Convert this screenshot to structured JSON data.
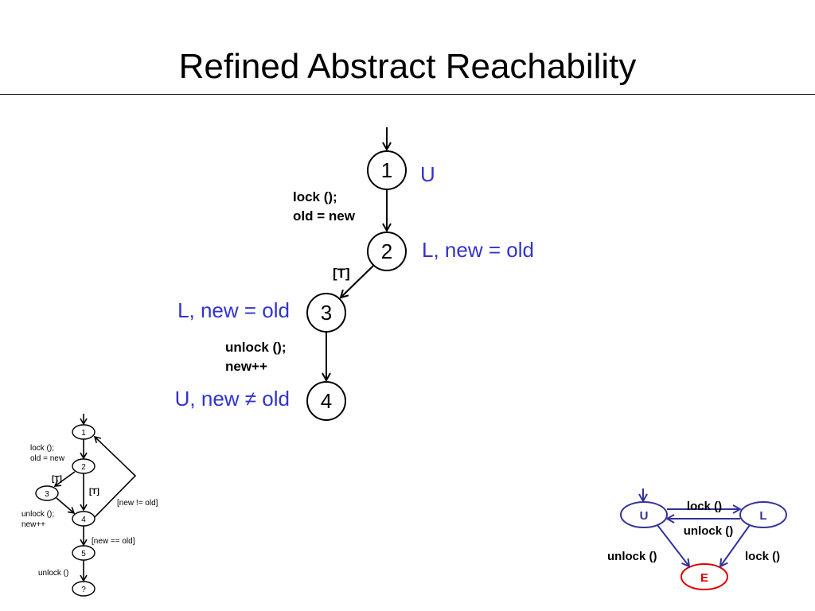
{
  "title": "Refined Abstract Reachability",
  "main_graph": {
    "nodes": [
      {
        "id": "1",
        "label": "1",
        "state": "U"
      },
      {
        "id": "2",
        "label": "2",
        "state": "L, new = old"
      },
      {
        "id": "3",
        "label": "3",
        "state": "L, new = old"
      },
      {
        "id": "4",
        "label": "4",
        "state": "U, new ≠ old"
      }
    ],
    "edges": [
      {
        "from": "1",
        "to": "2",
        "label_lines": [
          "lock ();",
          "old = new"
        ]
      },
      {
        "from": "2",
        "to": "3",
        "label_lines": [
          "[T]"
        ]
      },
      {
        "from": "3",
        "to": "4",
        "label_lines": [
          "unlock ();",
          "new++"
        ]
      }
    ]
  },
  "cfg": {
    "nodes": [
      "1",
      "2",
      "3",
      "4",
      "5",
      "?"
    ],
    "edges": [
      {
        "from": "1",
        "to": "2",
        "label_lines": [
          "lock ();",
          "old = new"
        ]
      },
      {
        "from": "2",
        "to": "3",
        "label_lines": [
          "[T]"
        ]
      },
      {
        "from": "2",
        "to": "4",
        "label_lines": [
          "[T]"
        ]
      },
      {
        "from": "3",
        "to": "4",
        "label_lines": [
          "unlock ();",
          "new++"
        ]
      },
      {
        "from": "4",
        "to": "1",
        "label_lines": [
          "[new != old]"
        ]
      },
      {
        "from": "4",
        "to": "5",
        "label_lines": [
          "[new == old]"
        ]
      },
      {
        "from": "5",
        "to": "?",
        "label_lines": [
          "unlock ()"
        ]
      }
    ]
  },
  "automaton": {
    "states": [
      {
        "id": "U",
        "label": "U"
      },
      {
        "id": "L",
        "label": "L"
      },
      {
        "id": "E",
        "label": "E"
      }
    ],
    "transitions": [
      {
        "from": "U",
        "to": "L",
        "label": "lock ()"
      },
      {
        "from": "L",
        "to": "U",
        "label": "unlock ()"
      },
      {
        "from": "U",
        "to": "E",
        "label": "unlock ()"
      },
      {
        "from": "L",
        "to": "E",
        "label": "lock ()"
      }
    ]
  },
  "colors": {
    "state_annotation": "#3333cc",
    "automaton_edge": "#333399",
    "error_state": "#dd0000",
    "ink": "#000000"
  }
}
